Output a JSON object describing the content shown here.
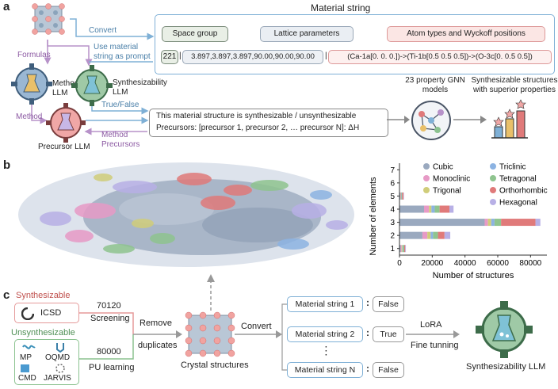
{
  "panels": {
    "a": "a",
    "b": "b",
    "c": "c"
  },
  "a": {
    "material_string_title": "Material string",
    "convert_label": "Convert",
    "formulas_label": "Formulas",
    "use_material_string": "Use material string as prompt",
    "method_llm": "Method LLM",
    "synthesizability_llm": "Synthesizability LLM",
    "space_group": "Space group",
    "lattice_parameters": "Lattice parameters",
    "atom_types": "Atom types and Wyckoff positions",
    "sg_value": "221",
    "lattice_value": "3.897,3.897,3.897,90.00,90.00,90.00",
    "atoms_value": "(Ca-1a[0. 0. 0.])->(Ti-1b[0.5 0.5 0.5])->(O-3c[0.  0.5 0.5])",
    "true_false": "True/False",
    "method_label": "Method",
    "method_precursors": "Method Precursors",
    "precursor_llm": "Precursor LLM",
    "result_line1": "This material structure is synthesizable / unsynthesizable",
    "result_line2": "Precursors: [precursor 1, precursor 2, … precursor N]: ΔH",
    "gnn_models": "23 property GNN models",
    "synth_structures": "Synthesizable structures with superior properties"
  },
  "chart_data": {
    "type": "bar",
    "orientation": "horizontal",
    "stacked": true,
    "categories": [
      "1",
      "2",
      "3",
      "4",
      "5",
      "6",
      "7"
    ],
    "series": [
      {
        "name": "Cubic",
        "values": [
          700,
          14000,
          52000,
          15000,
          500,
          0,
          0
        ]
      },
      {
        "name": "Monoclinic",
        "values": [
          600,
          3000,
          2000,
          3000,
          300,
          0,
          0
        ]
      },
      {
        "name": "Trigonal",
        "values": [
          500,
          2000,
          2000,
          1500,
          200,
          0,
          0
        ]
      },
      {
        "name": "Triclinic",
        "values": [
          300,
          1500,
          2000,
          2000,
          200,
          0,
          0
        ]
      },
      {
        "name": "Tetragonal",
        "values": [
          800,
          3000,
          4000,
          3000,
          400,
          0,
          0
        ]
      },
      {
        "name": "Orthorhombic",
        "values": [
          600,
          4000,
          21000,
          6000,
          800,
          0,
          0
        ]
      },
      {
        "name": "Hexagonal",
        "values": [
          400,
          3500,
          3000,
          2500,
          300,
          0,
          0
        ]
      }
    ],
    "xlabel": "Number of structures",
    "ylabel": "Number of elements",
    "xlim": [
      0,
      90000
    ],
    "xticks": [
      0,
      20000,
      40000,
      60000,
      80000
    ],
    "legend_placement": "top-right",
    "colors": [
      "#9aa9bf",
      "#e79ac6",
      "#d0cd7a",
      "#8cb3e2",
      "#8fc48f",
      "#e07a7a",
      "#b8b0e6"
    ]
  },
  "c": {
    "synthesizable": "Synthesizable",
    "icsd": "ICSD",
    "count_70120": "70120",
    "screening": "Screening",
    "unsynthesizable": "Unsynthesizable",
    "mp": "MP",
    "oqmd": "OQMD",
    "cmd": "CMD",
    "jarvis": "JARVIS",
    "count_80000": "80000",
    "pu_learning": "PU learning",
    "remove": "Remove",
    "duplicates": "duplicates",
    "crystal_structures": "Crystal structures",
    "convert": "Convert",
    "ms1": "Material string 1",
    "ms2": "Material string 2",
    "msn": "Material string N",
    "colon": ":",
    "false1": "False",
    "true2": "True",
    "falsen": "False",
    "lora": "LoRA",
    "fine_tuning": "Fine tunning",
    "synth_llm": "Synthesizability LLM"
  },
  "colors": {
    "blue_border": "#7fb0d6",
    "green_border": "#8bc28f",
    "red_border": "#e59a9a",
    "purple": "#b792c9",
    "synth_red": "#c0504d",
    "unsynth_green": "#4f8f55"
  }
}
